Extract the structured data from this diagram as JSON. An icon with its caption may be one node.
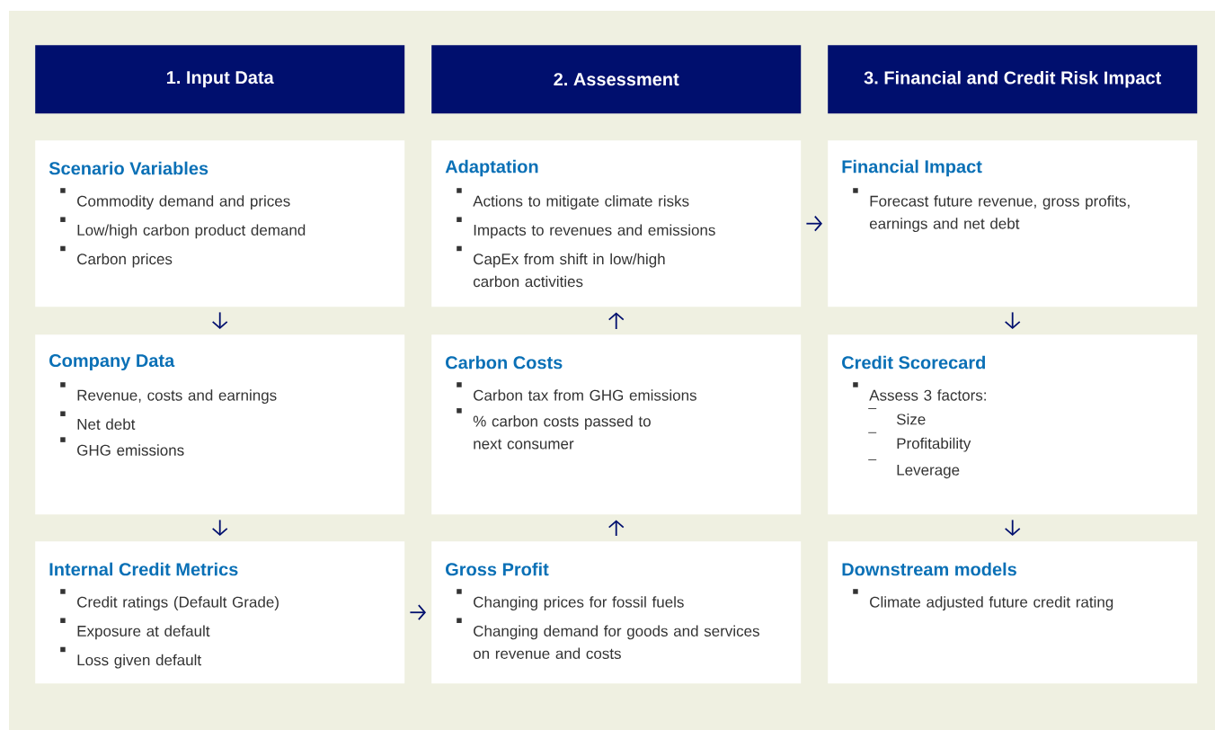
{
  "diagram": {
    "nodes": [
      {
        "text": [
          "1. Input Data"
        ]
      },
      {
        "text": [
          "2. Assessment"
        ]
      },
      {
        "text": [
          "3. Financial and Credit Risk Impact"
        ]
      },
      {
        "text": [
          "Scenario Variables",
          "Commodity demand and prices",
          "Low/high carbon product demand",
          "Carbon prices"
        ]
      },
      {
        "text": [
          "Adaptation",
          "Actions to mitigate climate risks",
          "Impacts to revenues and emissions",
          "CapEx from shift in low/high carbon activities"
        ]
      },
      {
        "text": [
          "Financial Impact",
          "Forecast future revenue, gross profits, earnings and net debt"
        ]
      },
      {
        "text": [
          "Company Data",
          "Revenue, costs and earnings",
          "Net debt",
          "GHG emissions"
        ]
      },
      {
        "text": [
          "Carbon Costs",
          "Carbon tax from GHG emissions",
          "% carbon costs passed to next consumer"
        ]
      },
      {
        "text": [
          "Credit Scorecard",
          "Assess 3 factors:",
          "Size",
          "Profitability",
          "Leverage"
        ]
      },
      {
        "text": [
          "Internal Credit Metrics",
          "Credit ratings (Default Grade)",
          "Exposure at default",
          "Loss given default"
        ]
      },
      {
        "text": [
          "Gross Profit",
          "Changing prices for fossil fuels",
          "Changing demand for goods and services on revenue and costs"
        ]
      },
      {
        "text": [
          "Downstream models",
          "Climate adjusted future credit rating"
        ]
      }
    ],
    "edges": [
      {
        "from": 3,
        "to": 6,
        "arrow": "to"
      },
      {
        "from": 6,
        "to": 9,
        "arrow": "to"
      },
      {
        "from": 9,
        "to": 10,
        "arrow": "to"
      },
      {
        "from": 10,
        "to": 7,
        "arrow": "to"
      },
      {
        "from": 7,
        "to": 4,
        "arrow": "to"
      },
      {
        "from": 4,
        "to": 5,
        "arrow": "to"
      },
      {
        "from": 5,
        "to": 8,
        "arrow": "to"
      },
      {
        "from": 8,
        "to": 11,
        "arrow": "to"
      }
    ]
  }
}
